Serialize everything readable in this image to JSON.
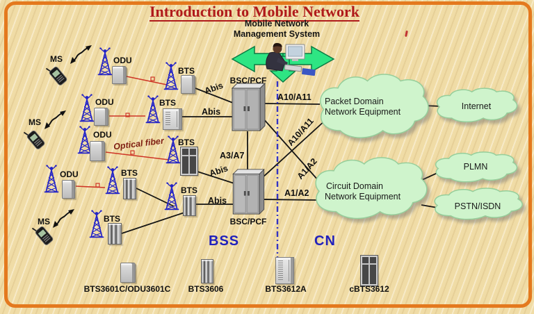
{
  "header": {
    "title": "Introduction to Mobile Network",
    "subtitle_line1": "Mobile Network",
    "subtitle_line2": "Management System"
  },
  "labels": {
    "ms": "MS",
    "odu": "ODU",
    "bts": "BTS",
    "bsc_pcf": "BSC/PCF",
    "bss": "BSS",
    "cn": "CN",
    "optical_fiber": "Optical fiber"
  },
  "interfaces": {
    "abis": "Abis",
    "a3_a7": "A3/A7",
    "a10_a11": "A10/A11",
    "a1_a2": "A1/A2"
  },
  "clouds": {
    "packet_line1": "Packet Domain",
    "packet_line2": "Network Equipment",
    "circuit_line1": "Circuit Domain",
    "circuit_line2": "Network Equipment",
    "internet": "Internet",
    "plmn": "PLMN",
    "pstn_isdn": "PSTN/ISDN"
  },
  "legend": {
    "items": [
      {
        "label": "BTS3601C/ODU3601C"
      },
      {
        "label": "BTS3606"
      },
      {
        "label": "BTS3612A"
      },
      {
        "label": "cBTS3612"
      }
    ]
  },
  "icons": {
    "ms-phone-icon": "mobile-phone",
    "radio-tower-icon": "lattice-antenna-tower",
    "signal-arrow-icon": "double-headed-zigzag-arrow",
    "mgmt-console-icon": "operator-at-computer-with-green-arrows",
    "cloud-icon": "cloud-blob",
    "cabinet-icon": "equipment-cabinet"
  },
  "colors": {
    "frame_orange": "#E4791E",
    "title_red": "#B01B1B",
    "tower_blue": "#2323C6",
    "region_blue": "#2121BC",
    "cloud_green": "#CFF4CC",
    "arrow_green": "#2EE583",
    "fiber_red": "#CE3526"
  }
}
